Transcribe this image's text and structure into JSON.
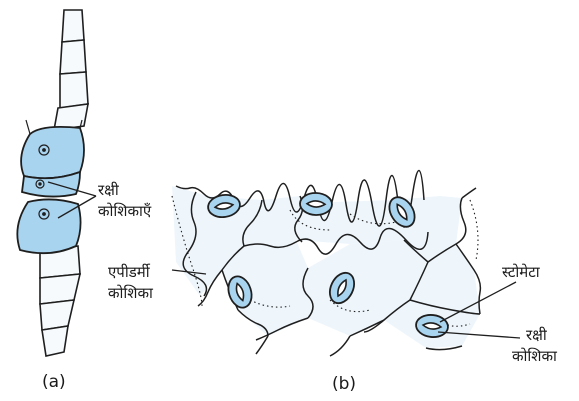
{
  "figure_a": {
    "caption": "(a)",
    "label_guard_cells": [
      "रक्षी",
      "कोशिकाएँ"
    ]
  },
  "figure_b": {
    "caption": "(b)",
    "label_epidermal_cell": [
      "एपीडर्मी",
      "कोशिका"
    ],
    "label_stomata": "स्टोमेटा",
    "label_guard_cells": [
      "रक्षी",
      "कोशिका"
    ]
  },
  "colors": {
    "cell_fill": "#a9d4ef",
    "pale_fill": "#eef6fc",
    "outline": "#1f1f1f"
  }
}
